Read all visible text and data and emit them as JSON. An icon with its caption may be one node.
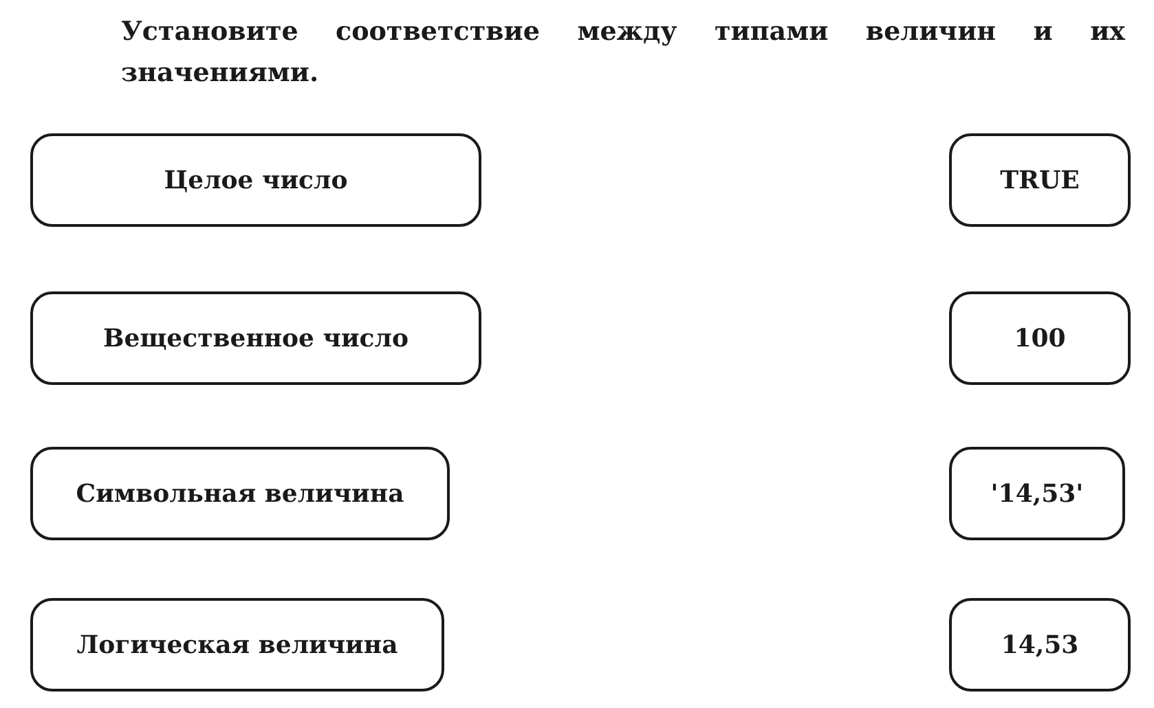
{
  "diagram": {
    "title": "Установите соответствие между типами величин и их значениями.",
    "nodes": [
      {
        "text": [
          "Целое число"
        ]
      },
      {
        "text": [
          "TRUE"
        ]
      },
      {
        "text": [
          "Вещественное число"
        ]
      },
      {
        "text": [
          "100"
        ]
      },
      {
        "text": [
          "Символьная величина"
        ]
      },
      {
        "text": [
          "'14,53'"
        ]
      },
      {
        "text": [
          "Логическая величина"
        ]
      },
      {
        "text": [
          "14,53"
        ]
      }
    ]
  }
}
